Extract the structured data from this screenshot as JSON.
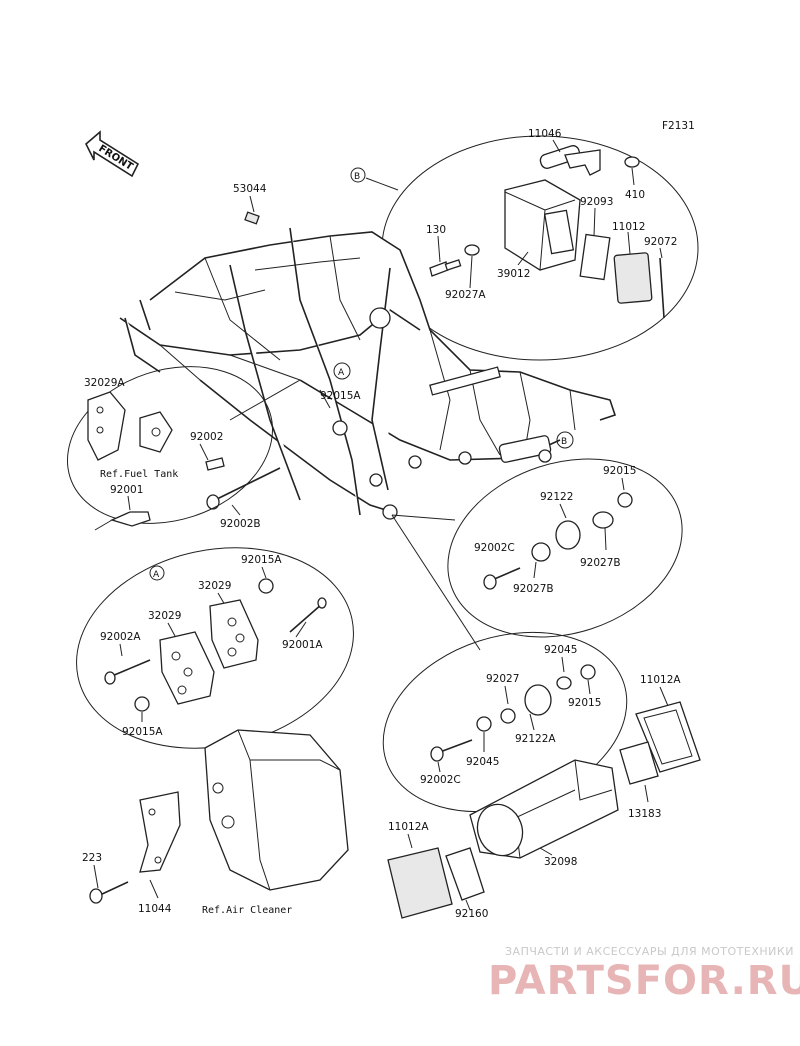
{
  "figure_code": "F2131",
  "front_label": "FRONT",
  "callouts": {
    "A": "A",
    "B": "B"
  },
  "parts": {
    "p11046": "11046",
    "p410": "410",
    "p92093": "92093",
    "p11012": "11012",
    "p92072": "92072",
    "p130": "130",
    "p39012": "39012",
    "p92027A": "92027A",
    "p53044": "53044",
    "p32029A": "32029A",
    "p92002": "92002",
    "p92001": "92001",
    "p92002B": "92002B",
    "p92015A_a": "92015A",
    "p92015": "92015",
    "p92122": "92122",
    "p92002C": "92002C",
    "p92027B": "92027B",
    "p92027B_b": "92027B",
    "p92015A_b": "92015A",
    "p32029_a": "32029",
    "p32029_b": "32029",
    "p92002A": "92002A",
    "p92001A": "92001A",
    "p92015A_c": "92015A",
    "p92045": "92045",
    "p92027": "92027",
    "p92015_b": "92015",
    "p92122A": "92122A",
    "p92045_b": "92045",
    "p92002C_b": "92002C",
    "p11012A": "11012A",
    "p13183": "13183",
    "p11012A_b": "11012A",
    "p32098": "32098",
    "p92160": "92160",
    "p223": "223",
    "p11044": "11044"
  },
  "refs": {
    "fuel_tank": "Ref.Fuel Tank",
    "air_cleaner": "Ref.Air Cleaner"
  },
  "watermark": {
    "tagline": "ЗАПЧАСТИ И АКСЕССУАРЫ ДЛЯ МОТОТЕХНИКИ",
    "brand": "PARTSFOR.RU"
  }
}
